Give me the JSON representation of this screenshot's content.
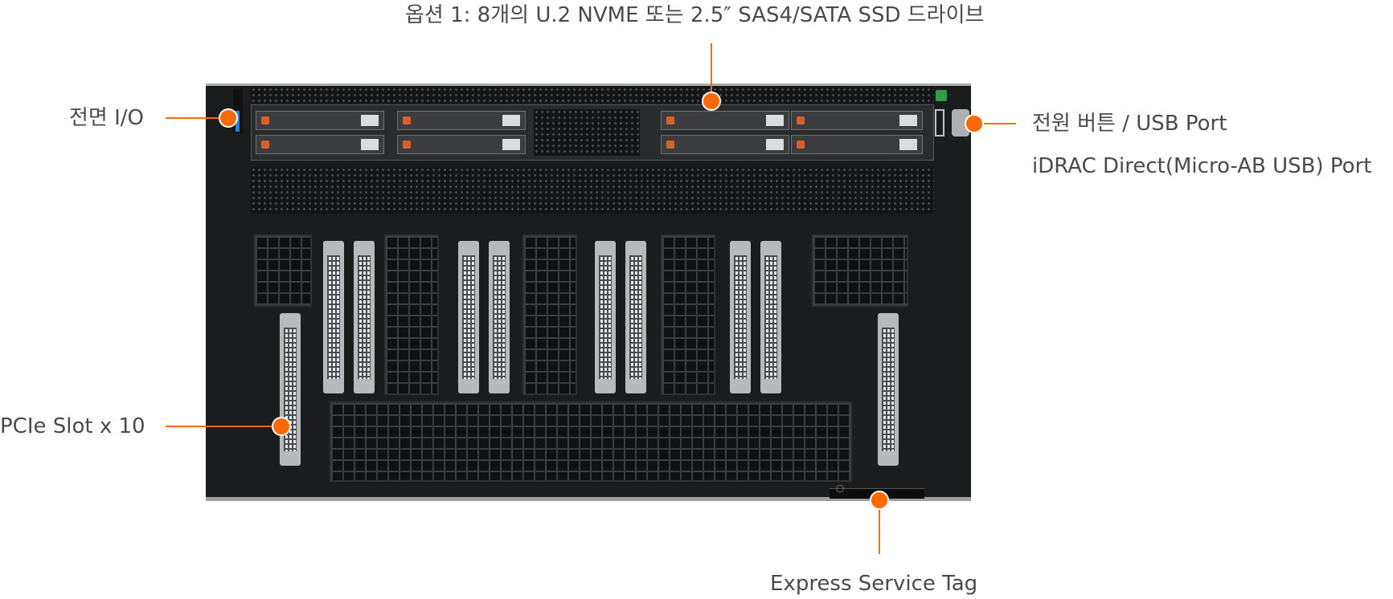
{
  "labels": {
    "top": "옵션 1: 8개의 U.2 NVME 또는 2.5″ SAS4/SATA SSD 드라이브",
    "front_io": "전면 I/O",
    "power_usb": "전원 버튼 / USB Port",
    "idrac": "iDRAC Direct(Micro-AB USB) Port",
    "pcie": "PCIe Slot x 10",
    "service_tag": "Express Service Tag"
  },
  "colors": {
    "accent": "#ff6a00",
    "label_text": "#4a4a4a",
    "chassis": "#1b1c1d",
    "bracket": "#b7babd"
  },
  "counts": {
    "drives": 8,
    "pcie_slots": 10
  }
}
